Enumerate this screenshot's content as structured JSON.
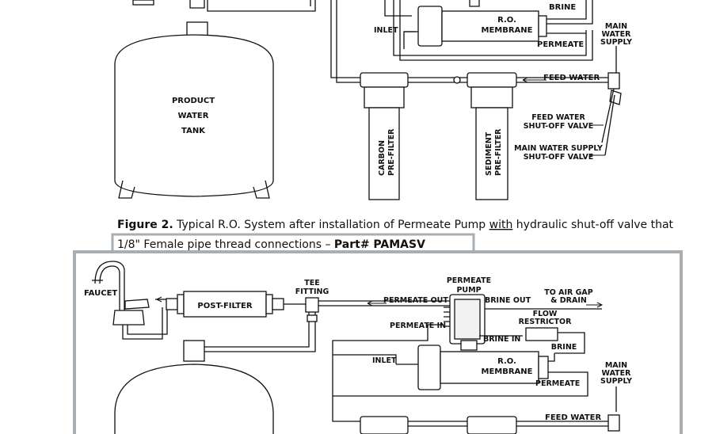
{
  "top": {
    "tank_lines": [
      "PRODUCT",
      "WATER",
      "TANK"
    ],
    "carbon_lines": [
      "CARBON",
      "PRE-FILTER"
    ],
    "sediment_lines": [
      "SEDIMENT",
      "PRE-FILTER"
    ],
    "ro_membrane_lines": [
      "R.O.",
      "MEMBRANE"
    ],
    "inlet": "INLET",
    "brine": "BRINE",
    "permeate": "PERMEATE",
    "main_supply_lines": [
      "MAIN",
      "WATER",
      "SUPPLY"
    ],
    "feed_water": "FEED WATER",
    "feed_valve_lines": [
      "FEED WATER",
      "SHUT-OFF VALVE"
    ],
    "main_valve_lines": [
      "MAIN WATER SUPPLY",
      "SHUT-OFF VALVE"
    ]
  },
  "caption": {
    "prefix": "Figure 2.",
    "text_1": " Typical R.O. System after installation of Permeate Pump ",
    "with": "with",
    "text_2": " hydraulic shut-off valve that",
    "line2_text": "1/8\" Female pipe thread connections – ",
    "part": "Part# PAMASV"
  },
  "bottom": {
    "faucet": "FAUCET",
    "post_filter": "POST-FILTER",
    "tee_fitting_lines": [
      "TEE",
      "FITTING"
    ],
    "permeate_pump_lines": [
      "PERMEATE",
      "PUMP"
    ],
    "permeate_out": "PERMEATE OUT",
    "brine_out": "BRINE OUT",
    "air_gap_lines": [
      "TO AIR GAP",
      "& DRAIN"
    ],
    "permeate_in": "PERMEATE IN",
    "flow_restrictor_lines": [
      "FLOW",
      "RESTRICTOR"
    ],
    "brine_in": "BRINE IN",
    "brine": "BRINE",
    "inlet": "INLET",
    "ro_membrane_lines": [
      "R.O.",
      "MEMBRANE"
    ],
    "permeate": "PERMEATE",
    "main_supply_lines": [
      "MAIN",
      "WATER",
      "SUPPLY"
    ],
    "feed_water": "FEED WATER"
  },
  "colors": {
    "frame": "#a8aeb2",
    "line": "#111111"
  }
}
